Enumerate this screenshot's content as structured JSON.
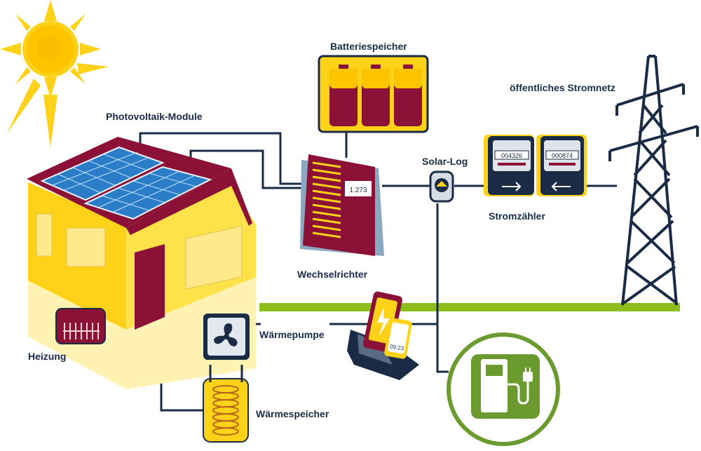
{
  "labels": {
    "pv_modules": "Photovoltaik-Module",
    "battery_storage": "Batteriespeicher",
    "public_grid": "öffentliches Stromnetz",
    "solar_log": "Solar-Log",
    "meter": "Stromzähler",
    "inverter": "Wechselrichter",
    "heat_pump": "Wärmepumpe",
    "heating": "Heizung",
    "heat_storage": "Wärmespeicher"
  },
  "readouts": {
    "inverter_display": "1.273",
    "meter_left_digits": "004326",
    "meter_right_digits": "000874",
    "phone_time": "09:23"
  },
  "icons": {
    "sun": "sun-icon",
    "fan": "fan-icon",
    "charger": "ev-charger-icon",
    "lightning": "lightning-icon",
    "arrow_right": "arrow-right-icon",
    "arrow_left": "arrow-left-icon"
  },
  "colors": {
    "navy": "#1a2b45",
    "yellow": "#ffd21a",
    "maroon": "#8b1236",
    "green": "#8cbe1e",
    "ev_green": "#6b9a2e",
    "panel_blue": "#2a7dc6"
  }
}
